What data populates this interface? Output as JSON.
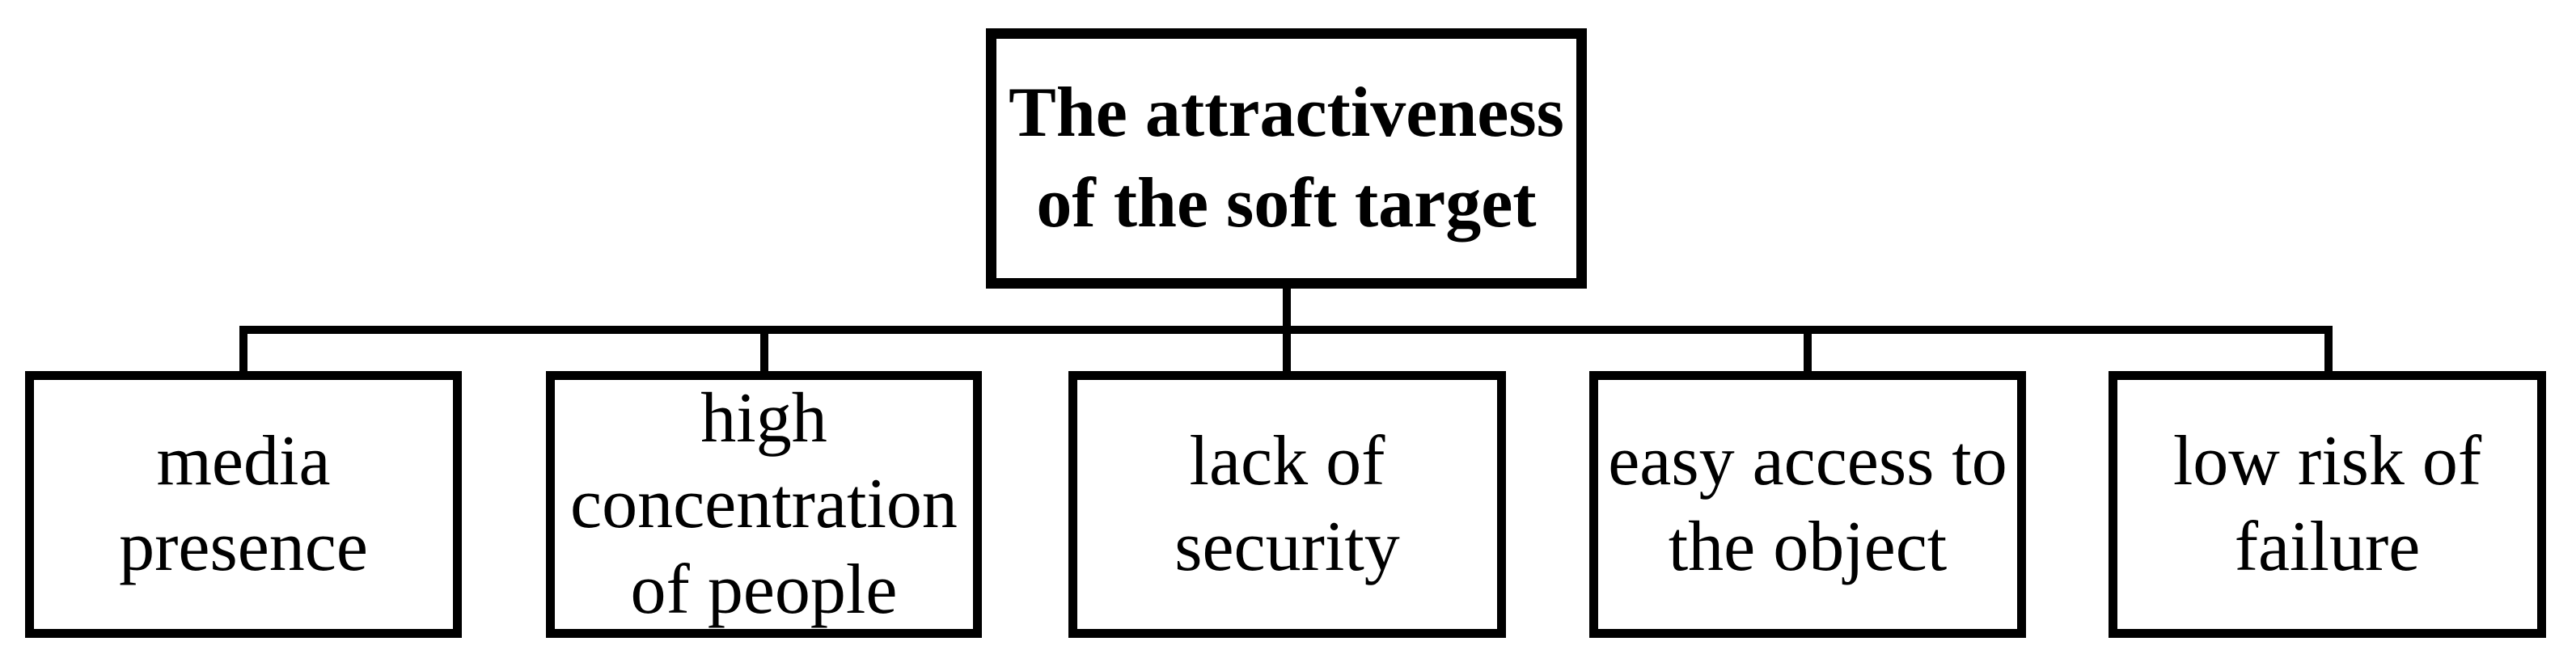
{
  "diagram": {
    "title": "Soft target attractiveness factor tree",
    "colors": {
      "border": "#000000",
      "background": "#ffffff",
      "text": "#000000",
      "connector": "#000000"
    },
    "root": {
      "lines": [
        "The attractiveness",
        "of the soft target"
      ]
    },
    "children": [
      {
        "id": "media-presence",
        "lines": [
          "media",
          "presence"
        ]
      },
      {
        "id": "high-concentration",
        "lines": [
          "high",
          "concentration",
          "of people"
        ]
      },
      {
        "id": "lack-of-security",
        "lines": [
          "lack of",
          "security"
        ]
      },
      {
        "id": "easy-access",
        "lines": [
          "easy access to",
          "the object"
        ]
      },
      {
        "id": "low-risk-of-failure",
        "lines": [
          "low risk of",
          "failure"
        ]
      }
    ]
  }
}
